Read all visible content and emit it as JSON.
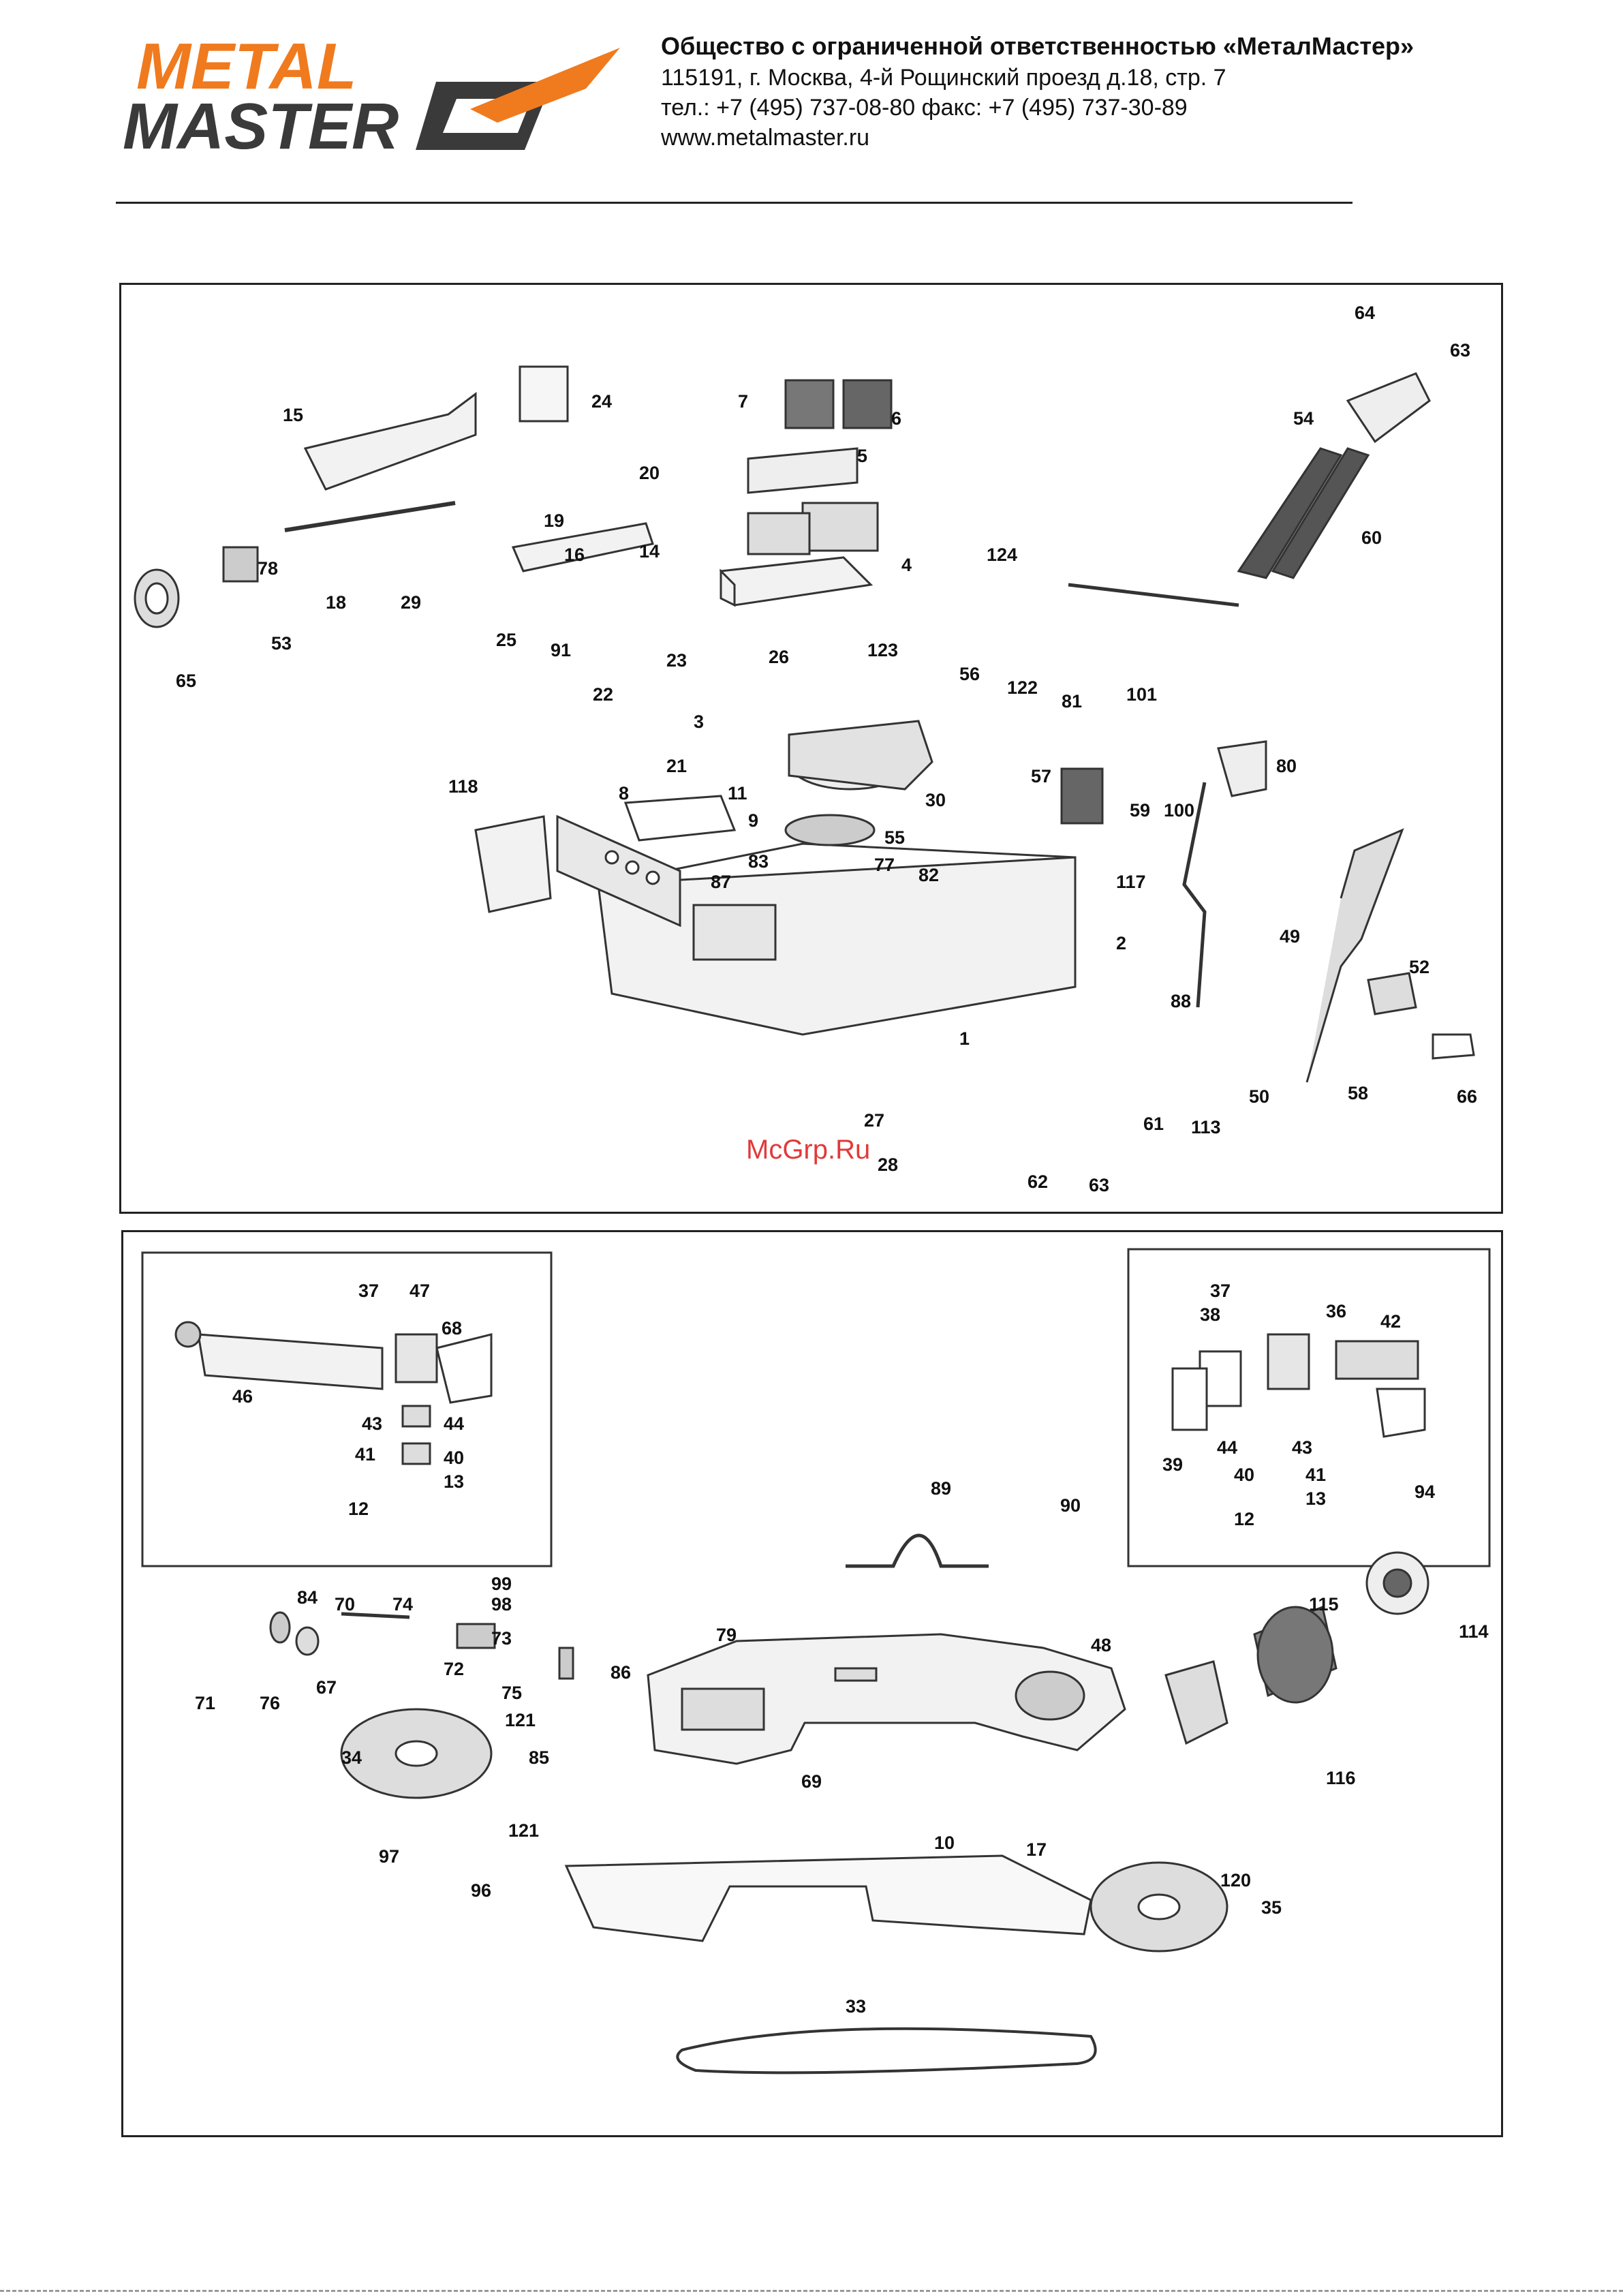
{
  "header": {
    "logo_text_1": "METAL",
    "logo_text_2": "MASTER",
    "company_name": "Общество с ограниченной ответственностью «МеталМастер»",
    "address": "115191, г. Москва, 4-й Рощинский проезд д.18, стр. 7",
    "phones": "тел.: +7 (495) 737-08-80   факс: +7 (495) 737-30-89",
    "website": "www.metalmaster.ru"
  },
  "watermark": "McGrp.Ru",
  "colors": {
    "brand_orange": "#f07a1e",
    "brand_dark": "#3a3a3a",
    "watermark": "#e13a3a"
  },
  "diagram_top": {
    "labels": [
      "1",
      "2",
      "3",
      "4",
      "5",
      "6",
      "7",
      "8",
      "9",
      "11",
      "14",
      "15",
      "16",
      "18",
      "19",
      "20",
      "21",
      "22",
      "23",
      "24",
      "25",
      "26",
      "27",
      "28",
      "29",
      "30",
      "49",
      "50",
      "52",
      "53",
      "54",
      "55",
      "56",
      "57",
      "58",
      "59",
      "60",
      "61",
      "62",
      "63",
      "63",
      "64",
      "65",
      "66",
      "77",
      "78",
      "80",
      "81",
      "82",
      "83",
      "87",
      "88",
      "91",
      "100",
      "101",
      "113",
      "117",
      "118",
      "122",
      "123",
      "124"
    ]
  },
  "diagram_bottom": {
    "labels": [
      "10",
      "12",
      "12",
      "13",
      "13",
      "17",
      "33",
      "34",
      "35",
      "36",
      "37",
      "37",
      "38",
      "39",
      "40",
      "40",
      "41",
      "41",
      "42",
      "43",
      "43",
      "44",
      "44",
      "46",
      "47",
      "48",
      "67",
      "68",
      "69",
      "70",
      "71",
      "72",
      "73",
      "74",
      "75",
      "76",
      "79",
      "84",
      "85",
      "86",
      "89",
      "90",
      "94",
      "96",
      "97",
      "98",
      "99",
      "114",
      "115",
      "116",
      "120",
      "121",
      "121"
    ]
  }
}
